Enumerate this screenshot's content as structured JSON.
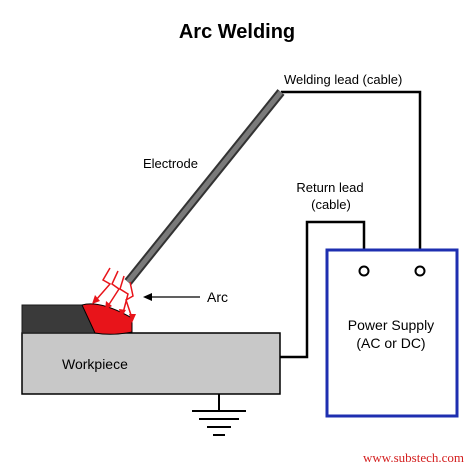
{
  "title": "Arc Welding",
  "labels": {
    "welding_lead": "Welding lead (cable)",
    "electrode": "Electrode",
    "return_lead_line1": "Return lead",
    "return_lead_line2": "(cable)",
    "arc": "Arc",
    "workpiece": "Workpiece",
    "power_supply_line1": "Power Supply",
    "power_supply_line2": "(AC or DC)"
  },
  "footer": "www.substech.com",
  "colors": {
    "power_supply_border": "#1e2fb0",
    "arc": "#e8141a",
    "workpiece_fill": "#c8c8c8",
    "weld_bead": "#3a3a3a",
    "electrode": "#555555",
    "footer_text": "#d42020"
  }
}
